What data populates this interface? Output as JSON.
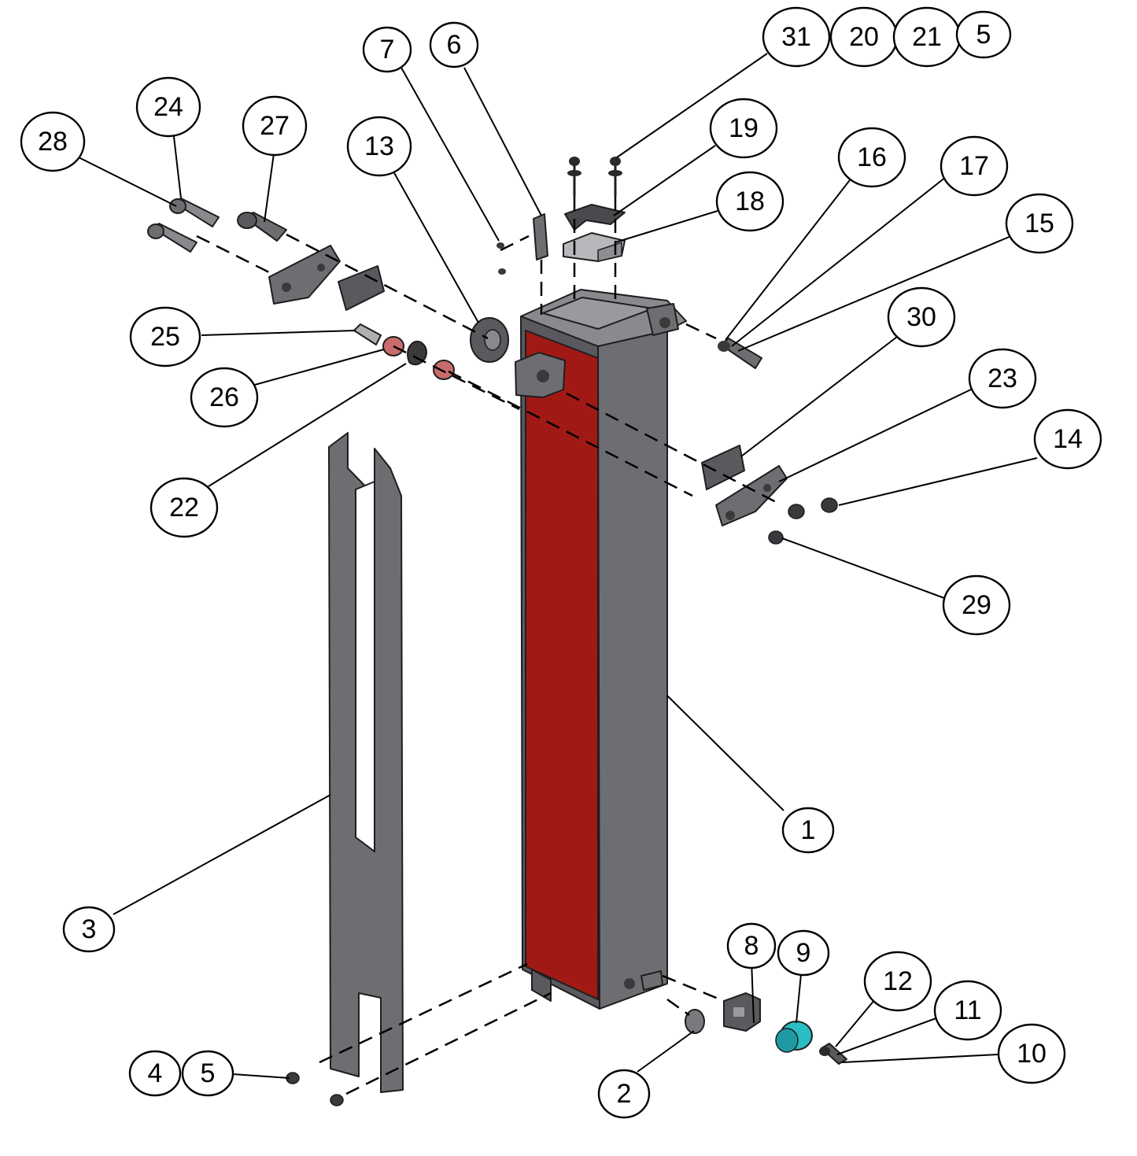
{
  "diagram": {
    "colors": {
      "frame": "#6e6e72",
      "red_panel": "#a11915",
      "spacer": "#c96b6b",
      "roller": "#2bbcc4",
      "outline": "#1e1e1e"
    },
    "callouts": [
      "31",
      "20",
      "21",
      "5",
      "7",
      "6",
      "24",
      "27",
      "28",
      "13",
      "19",
      "18",
      "16",
      "17",
      "15",
      "25",
      "30",
      "26",
      "23",
      "14",
      "22",
      "29",
      "1",
      "3",
      "8",
      "9",
      "12",
      "11",
      "10",
      "4",
      "5",
      "2"
    ]
  }
}
